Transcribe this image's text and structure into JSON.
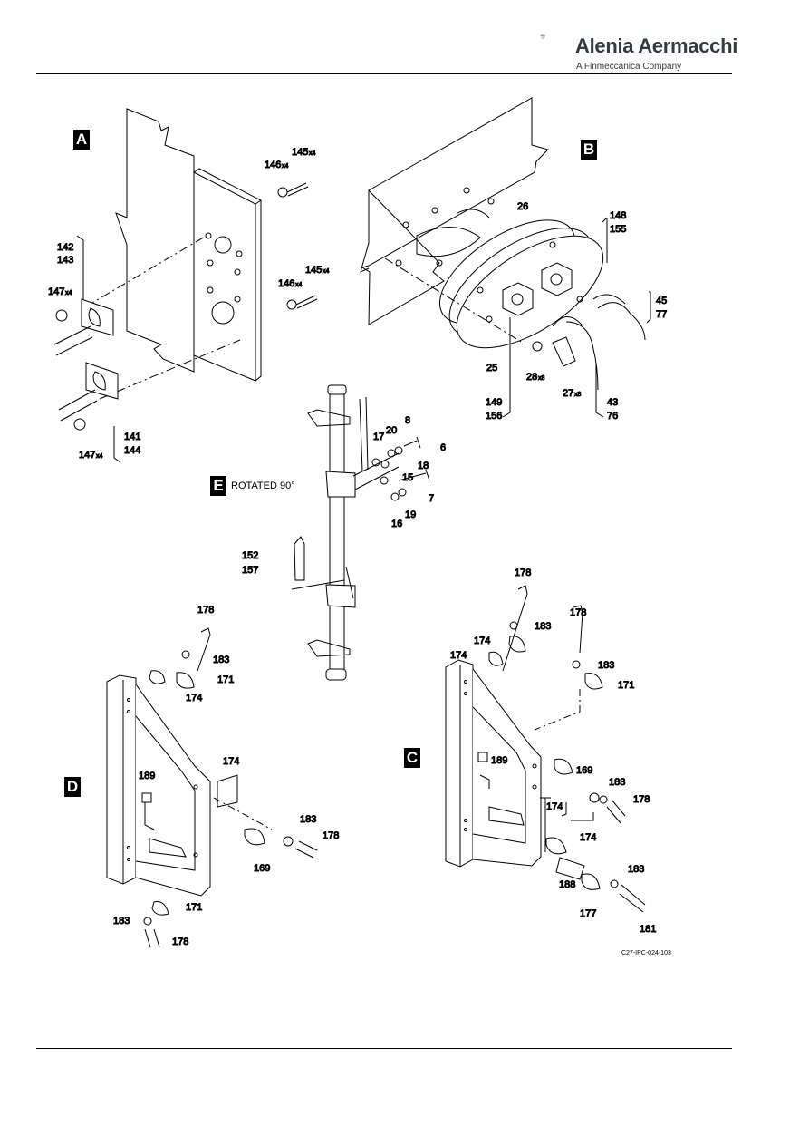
{
  "header": {
    "brand": "Alenia Aermacchi",
    "subtitle": "A Finmeccanica Company",
    "colors": {
      "brand_text": "#333a40",
      "logo_red": "#d4242b",
      "logo_grey": "#8a9096"
    }
  },
  "views": {
    "A": "A",
    "B": "B",
    "C": "C",
    "D": "D",
    "E": "E"
  },
  "view_e_note": "ROTATED 90°",
  "drawing_id": "C27-IPC-024-103",
  "callouts": {
    "a145": "145",
    "a145q": "x4",
    "a146": "146",
    "a146q": "x4",
    "a146b": "146",
    "a146bq": "x4",
    "a145b": "145",
    "a145bq": "x4",
    "a142": "142",
    "a143": "143",
    "a147": "147",
    "a147q": "x4",
    "a141": "141",
    "a144": "144",
    "a147b": "147",
    "a147bq": "x4",
    "b26": "26",
    "b148": "148",
    "b155": "155",
    "b45": "45",
    "b77": "77",
    "b25": "25",
    "b28": "28",
    "b28q": "x8",
    "b27": "27",
    "b27q": "x8",
    "b149": "149",
    "b156": "156",
    "b43": "43",
    "b76": "76",
    "e20": "20",
    "e8": "8",
    "e17": "17",
    "e6": "6",
    "e18": "18",
    "e15": "15",
    "e7": "7",
    "e19": "19",
    "e16": "16",
    "e152": "152",
    "e157": "157",
    "d178": "178",
    "d183": "183",
    "d171": "171",
    "d174": "174",
    "d174b": "174",
    "d189": "189",
    "d183b": "183",
    "d178b": "178",
    "d169": "169",
    "d171b": "171",
    "d183c": "183",
    "d178c": "178",
    "c178": "178",
    "c183": "183",
    "c174": "174",
    "c178b": "178",
    "c183b": "183",
    "c171": "171",
    "c189": "189",
    "c169": "169",
    "c183c": "183",
    "c178c": "178",
    "c174b": "174",
    "c174c": "174",
    "c188": "188",
    "c183d": "183",
    "c177": "177",
    "c181": "181"
  }
}
